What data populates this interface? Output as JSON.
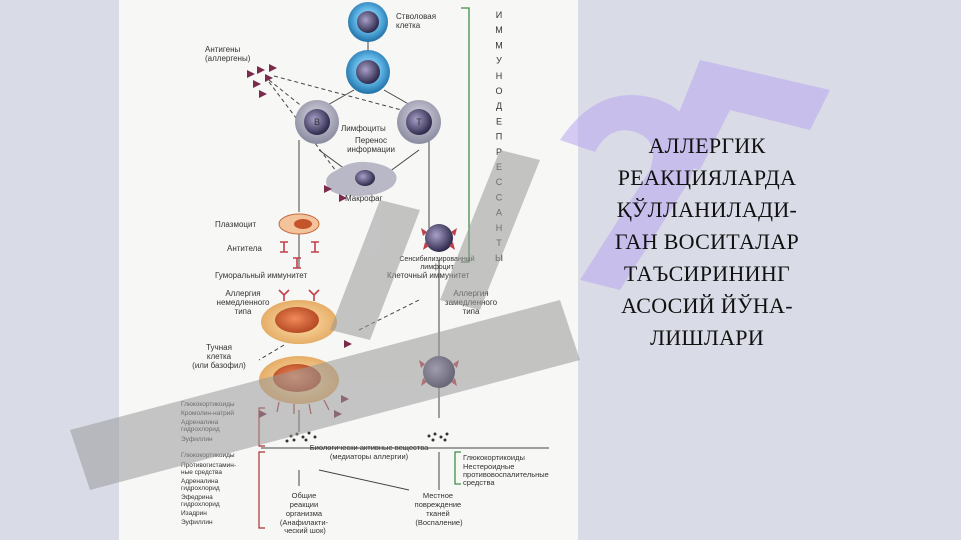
{
  "title_lines": [
    "АЛЛЕРГИК",
    "РЕАКЦИЯЛАРДА",
    "ҚЎЛЛАНИЛАДИ-",
    "ГАН   ВОСИТАЛАР",
    "ТАЪСИРИНИНГ",
    "АСОСИЙ   ЙЎНА-",
    "ЛИШЛАРИ"
  ],
  "diagram": {
    "stem_cell": [
      "Стволовая",
      "клетка"
    ],
    "antigens": [
      "Антигены",
      "(аллергены)"
    ],
    "b_letter": "B",
    "t_letter": "T",
    "lymphocytes": "Лимфоциты",
    "info_transfer": [
      "Перенос",
      "информации"
    ],
    "macrophage": "Макрофаг",
    "plasmocyte": "Плазмоцит",
    "antibodies": "Антитела",
    "sensitized": [
      "Сенсибилизированный",
      "лимфоцит"
    ],
    "humoral": "Гуморальный иммунитет",
    "cellular": "Клеточный иммунитет",
    "immediate": [
      "Аллергия",
      "немедленного",
      "типа"
    ],
    "delayed": [
      "Аллергия",
      "замедленного",
      "типа"
    ],
    "mast_cell": [
      "Тучная",
      "клетка",
      "(или базофил)"
    ],
    "drugs_top": [
      "Глюкокортикоиды",
      "Кромолин-натрий",
      "Адреналина",
      "гидрохлорид",
      "Эуфиллин"
    ],
    "drugs_bottom": [
      "Глюкокортикоиды",
      "Противогистамин-",
      "ные средства",
      "Адреналина",
      "гидрохлорид",
      "Эфедрина",
      "гидрохлорид",
      "Изадрин",
      "Эуфиллин"
    ],
    "mediators": [
      "Биологически активные вещества",
      "(медиаторы аллергии)"
    ],
    "right_drugs": [
      "Глюкокортикоиды",
      "Нестероидные",
      "противовоспалительные",
      "средства"
    ],
    "general": [
      "Общие",
      "реакции",
      "организма",
      "(Анафилакти-",
      "ческий шок)"
    ],
    "local": [
      "Местное",
      "повреждение",
      "тканей",
      "(Воспаление)"
    ],
    "vertical_word": [
      "И",
      "М",
      "М",
      "У",
      "Н",
      "О",
      "Д",
      "Е",
      "П",
      "Р",
      "Е",
      "С",
      "С",
      "А",
      "Н",
      "Т",
      "Ы"
    ]
  },
  "colors": {
    "accent_green": "#3f8f4a",
    "cell_blue": "#2f8fc4",
    "antigen": "#7a2a4a",
    "watermark_purple": "#b9a6f0",
    "watermark_gray": "#9a9a9a"
  }
}
